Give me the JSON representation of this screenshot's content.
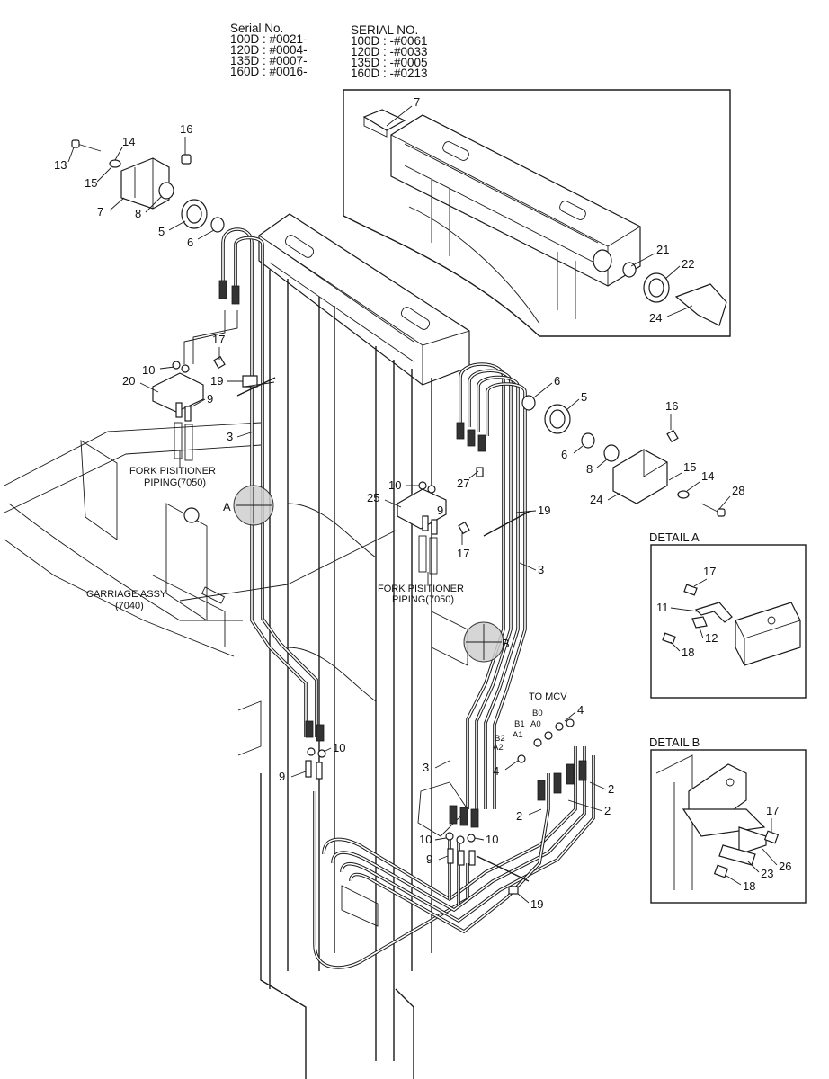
{
  "header": {
    "left_title": "Serial No.",
    "left_lines": [
      "100D : #0021-",
      "120D : #0004-",
      "135D : #0007-",
      "160D : #0016-"
    ],
    "right_title": "SERIAL NO.",
    "right_lines": [
      "100D : -#0061",
      "120D : -#0033",
      "135D : -#0005",
      "160D : -#0213"
    ]
  },
  "captions": {
    "fork_left_1": "FORK PISITIONER",
    "fork_left_2": "PIPING(7050)",
    "fork_right_1": "FORK PISITIONER",
    "fork_right_2": "PIPING(7050)",
    "carriage_1": "CARRIAGE ASSY",
    "carriage_2": "(7040)",
    "to_mcv": "TO MCV",
    "detail_a": "DETAIL A",
    "detail_b": "DETAIL B",
    "marker_a": "A",
    "marker_b": "B"
  },
  "ports": [
    "B0",
    "A0",
    "B1",
    "A1",
    "B2",
    "A2"
  ],
  "callouts": {
    "inset": [
      "7",
      "21",
      "22",
      "24"
    ],
    "top_left": [
      "16",
      "14",
      "13",
      "15",
      "7",
      "8",
      "5",
      "6"
    ],
    "left_bracket": [
      "17",
      "10",
      "19",
      "20",
      "9",
      "3"
    ],
    "right_top": [
      "6",
      "5",
      "16",
      "6",
      "8",
      "27",
      "10",
      "9",
      "25",
      "17",
      "24",
      "15",
      "14",
      "28",
      "19",
      "3"
    ],
    "lower": [
      "4",
      "4",
      "10",
      "9",
      "3",
      "2",
      "2",
      "2",
      "10",
      "10",
      "9",
      "19"
    ],
    "detail_a": [
      "17",
      "11",
      "12",
      "18"
    ],
    "detail_b": [
      "17",
      "26",
      "23",
      "18"
    ]
  }
}
